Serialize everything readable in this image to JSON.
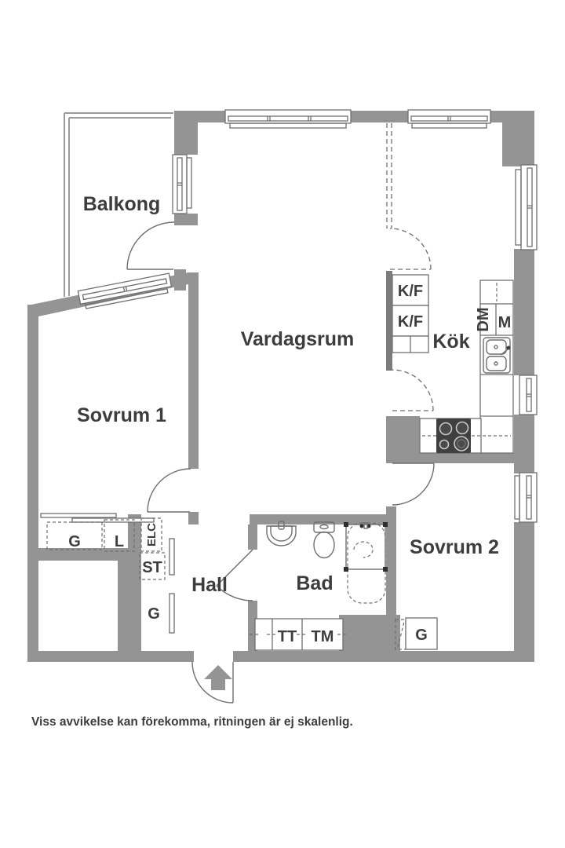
{
  "floor_plan": {
    "rooms": {
      "balcony": "Balkong",
      "living_room": "Vardagsrum",
      "kitchen": "Kök",
      "bedroom1": "Sovrum 1",
      "bedroom2": "Sovrum 2",
      "hall": "Hall",
      "bathroom": "Bad"
    },
    "kitchen_labels": {
      "fridge_freezer_1": "K/F",
      "fridge_freezer_2": "K/F",
      "dishwasher": "DM",
      "microwave": "M"
    },
    "storage_labels": {
      "bedroom1_wardrobe": "G",
      "bedroom1_linen": "L",
      "electrical_cabinet": "ELC",
      "cleaning_closet": "ST",
      "hall_wardrobe": "G",
      "bedroom2_wardrobe": "G"
    },
    "laundry_labels": {
      "dryer": "TT",
      "washer": "TM"
    },
    "footer": {
      "disclaimer": "Viss avvikelse kan förekomma, ritningen är ej skalenlig."
    },
    "colors": {
      "wall": "#949494",
      "line": "#6f6f6f",
      "text": "#3d3d3d",
      "appliance_dark": "#3f3f3f",
      "background": "#ffffff"
    }
  }
}
